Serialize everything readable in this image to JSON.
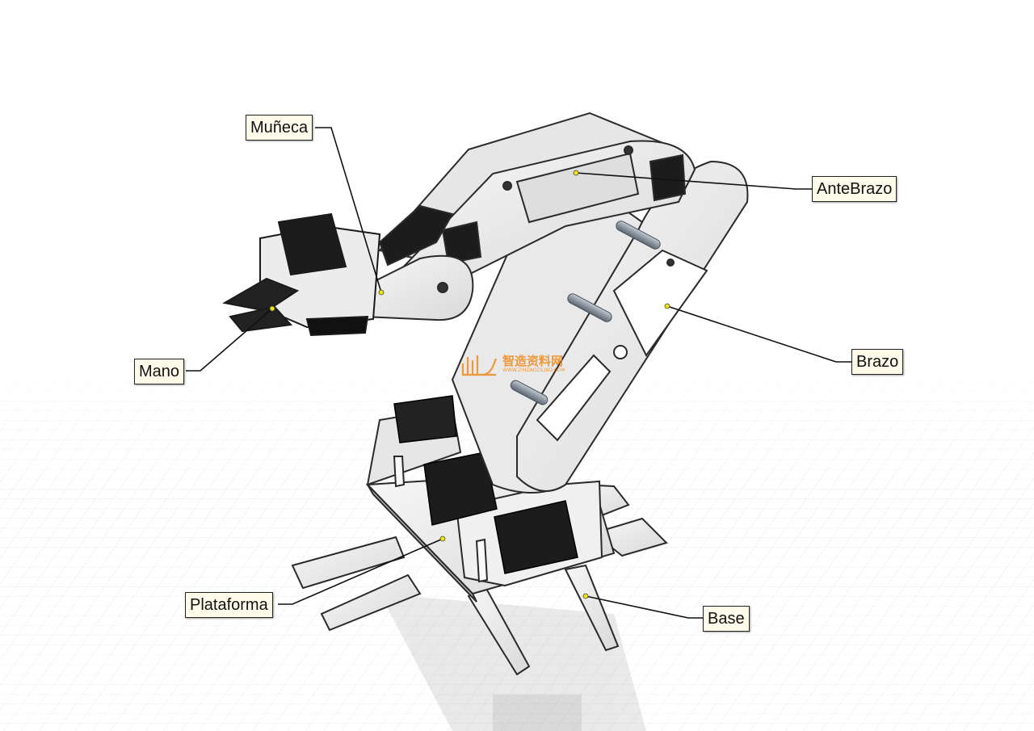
{
  "labels": {
    "muneca": "Muñeca",
    "antebrazo": "AnteBrazo",
    "mano": "Mano",
    "brazo": "Brazo",
    "plataforma": "Plataforma",
    "base": "Base"
  },
  "watermark": {
    "title": "智造资料网",
    "subtitle": "WWW.ZHIZAOZILIAO.COM"
  },
  "colors": {
    "part_fill": "#ededed",
    "part_edge": "#2a2a2a",
    "servo": "#1c1c1c",
    "rod": "#9aa3ad",
    "callout_bg": "#fffbea",
    "watermark": "#f08a1c",
    "anchor_dot": "#f2e600"
  }
}
